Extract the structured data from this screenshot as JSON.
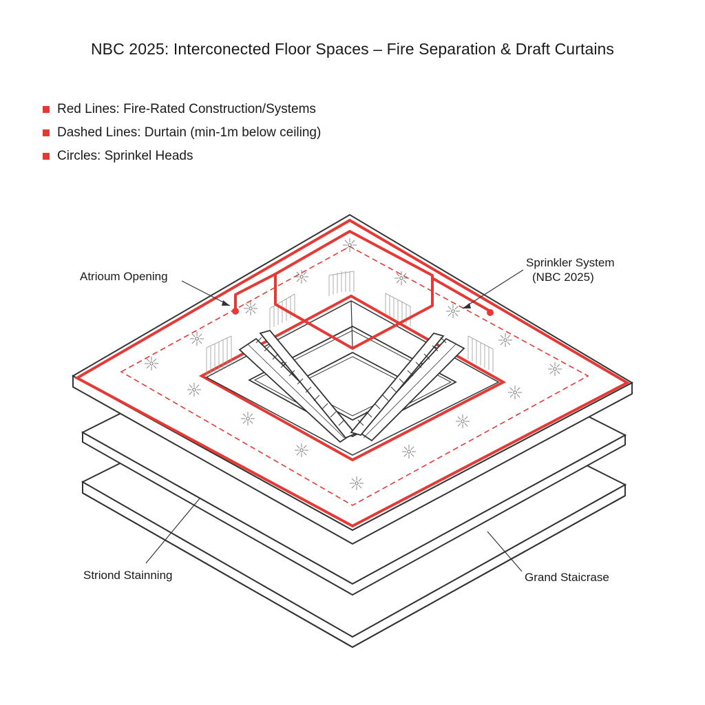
{
  "title": "NBC 2025: Interconected Floor Spaces – Fire Separation & Draft Curtains",
  "legend": [
    {
      "label": "Red Lines: Fire-Rated Construction/Systems",
      "color": "#e53935"
    },
    {
      "label": "Dashed Lines: Durtain (min-1m below ceiling)",
      "color": "#e53935"
    },
    {
      "label": "Circles: Sprinkel Heads",
      "color": "#e53935"
    }
  ],
  "callouts": {
    "atrium_opening": "Atrioum Opening",
    "sprinkler_line1": "Sprinkler System",
    "sprinkler_line2": "(NBC 2025)",
    "striond": "Striond Stainning",
    "grand_staircase": "Grand Staicrase"
  },
  "colors": {
    "fire_rated": "#e53935",
    "outline": "#333333",
    "sprinkler": "#666666"
  },
  "icons": [
    "sprinkler-head-icon",
    "escalator-icon"
  ]
}
